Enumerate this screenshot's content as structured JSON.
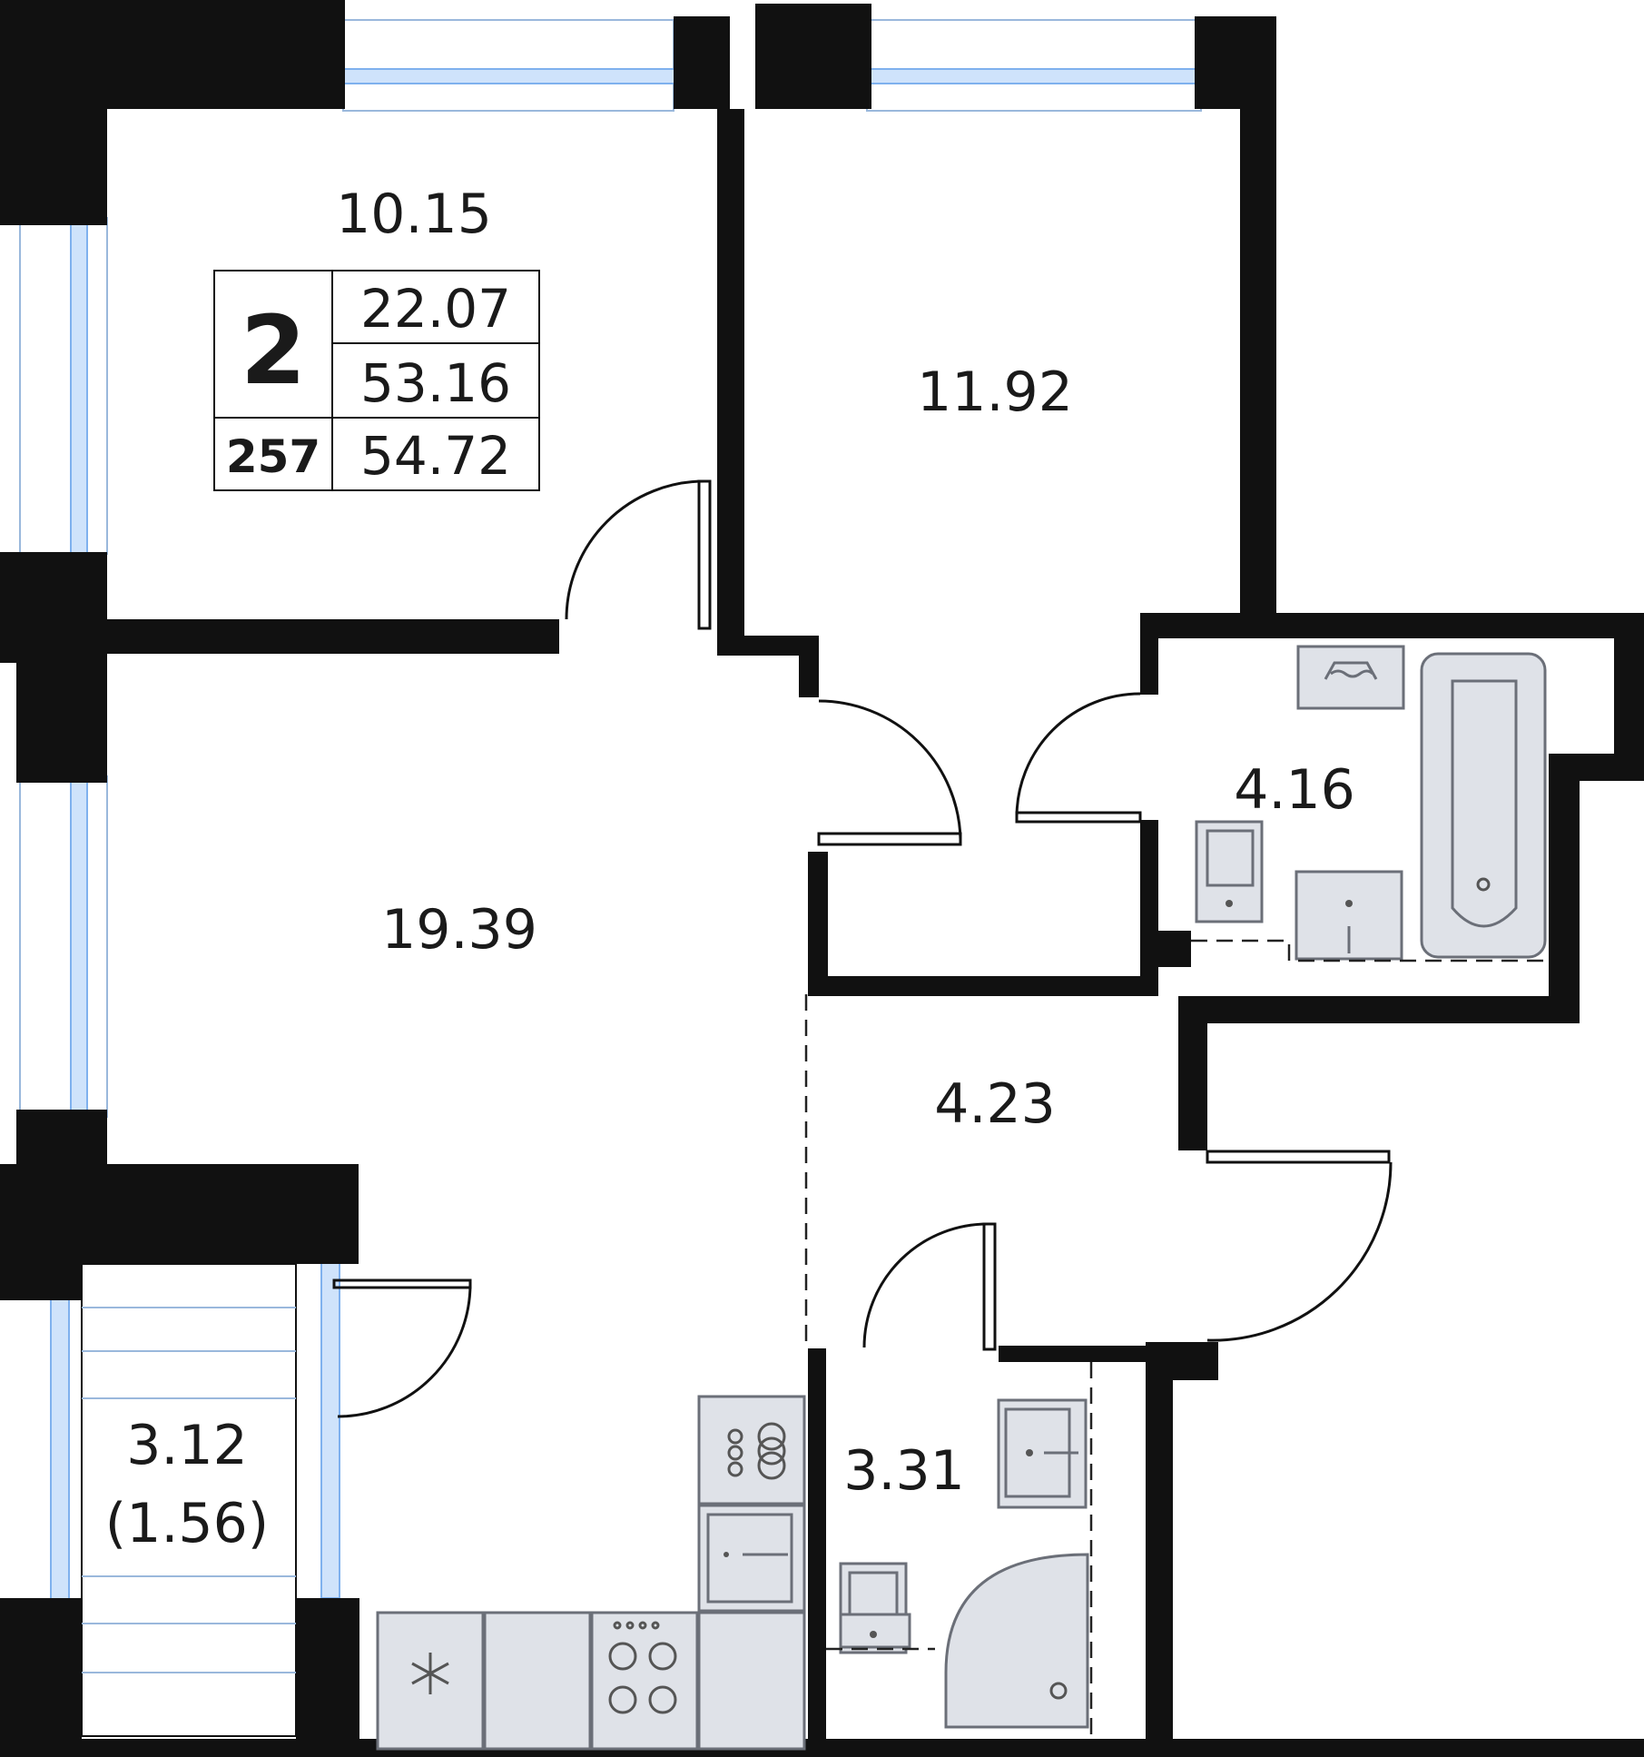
{
  "info": {
    "rooms": "2",
    "living_area": "22.07",
    "total_area": "53.16",
    "total_area_with_balcony": "54.72",
    "apartment_number": "257"
  },
  "rooms": {
    "bedroom_1": "10.15",
    "bedroom_2": "11.92",
    "living_kitchen": "19.39",
    "bathroom": "4.16",
    "hallway": "4.23",
    "washroom": "3.31",
    "loggia": "3.12",
    "loggia_reduced": "(1.56)"
  },
  "icons": [
    "snowflake-icon",
    "stove-burners-icon",
    "sink-icon",
    "toilet-icon",
    "bathtub-icon",
    "shower-icon",
    "washing-machine-icon"
  ],
  "colors": {
    "wall": "#111111",
    "window": "#cfe3fb",
    "fixture": "#dfe2e8"
  }
}
